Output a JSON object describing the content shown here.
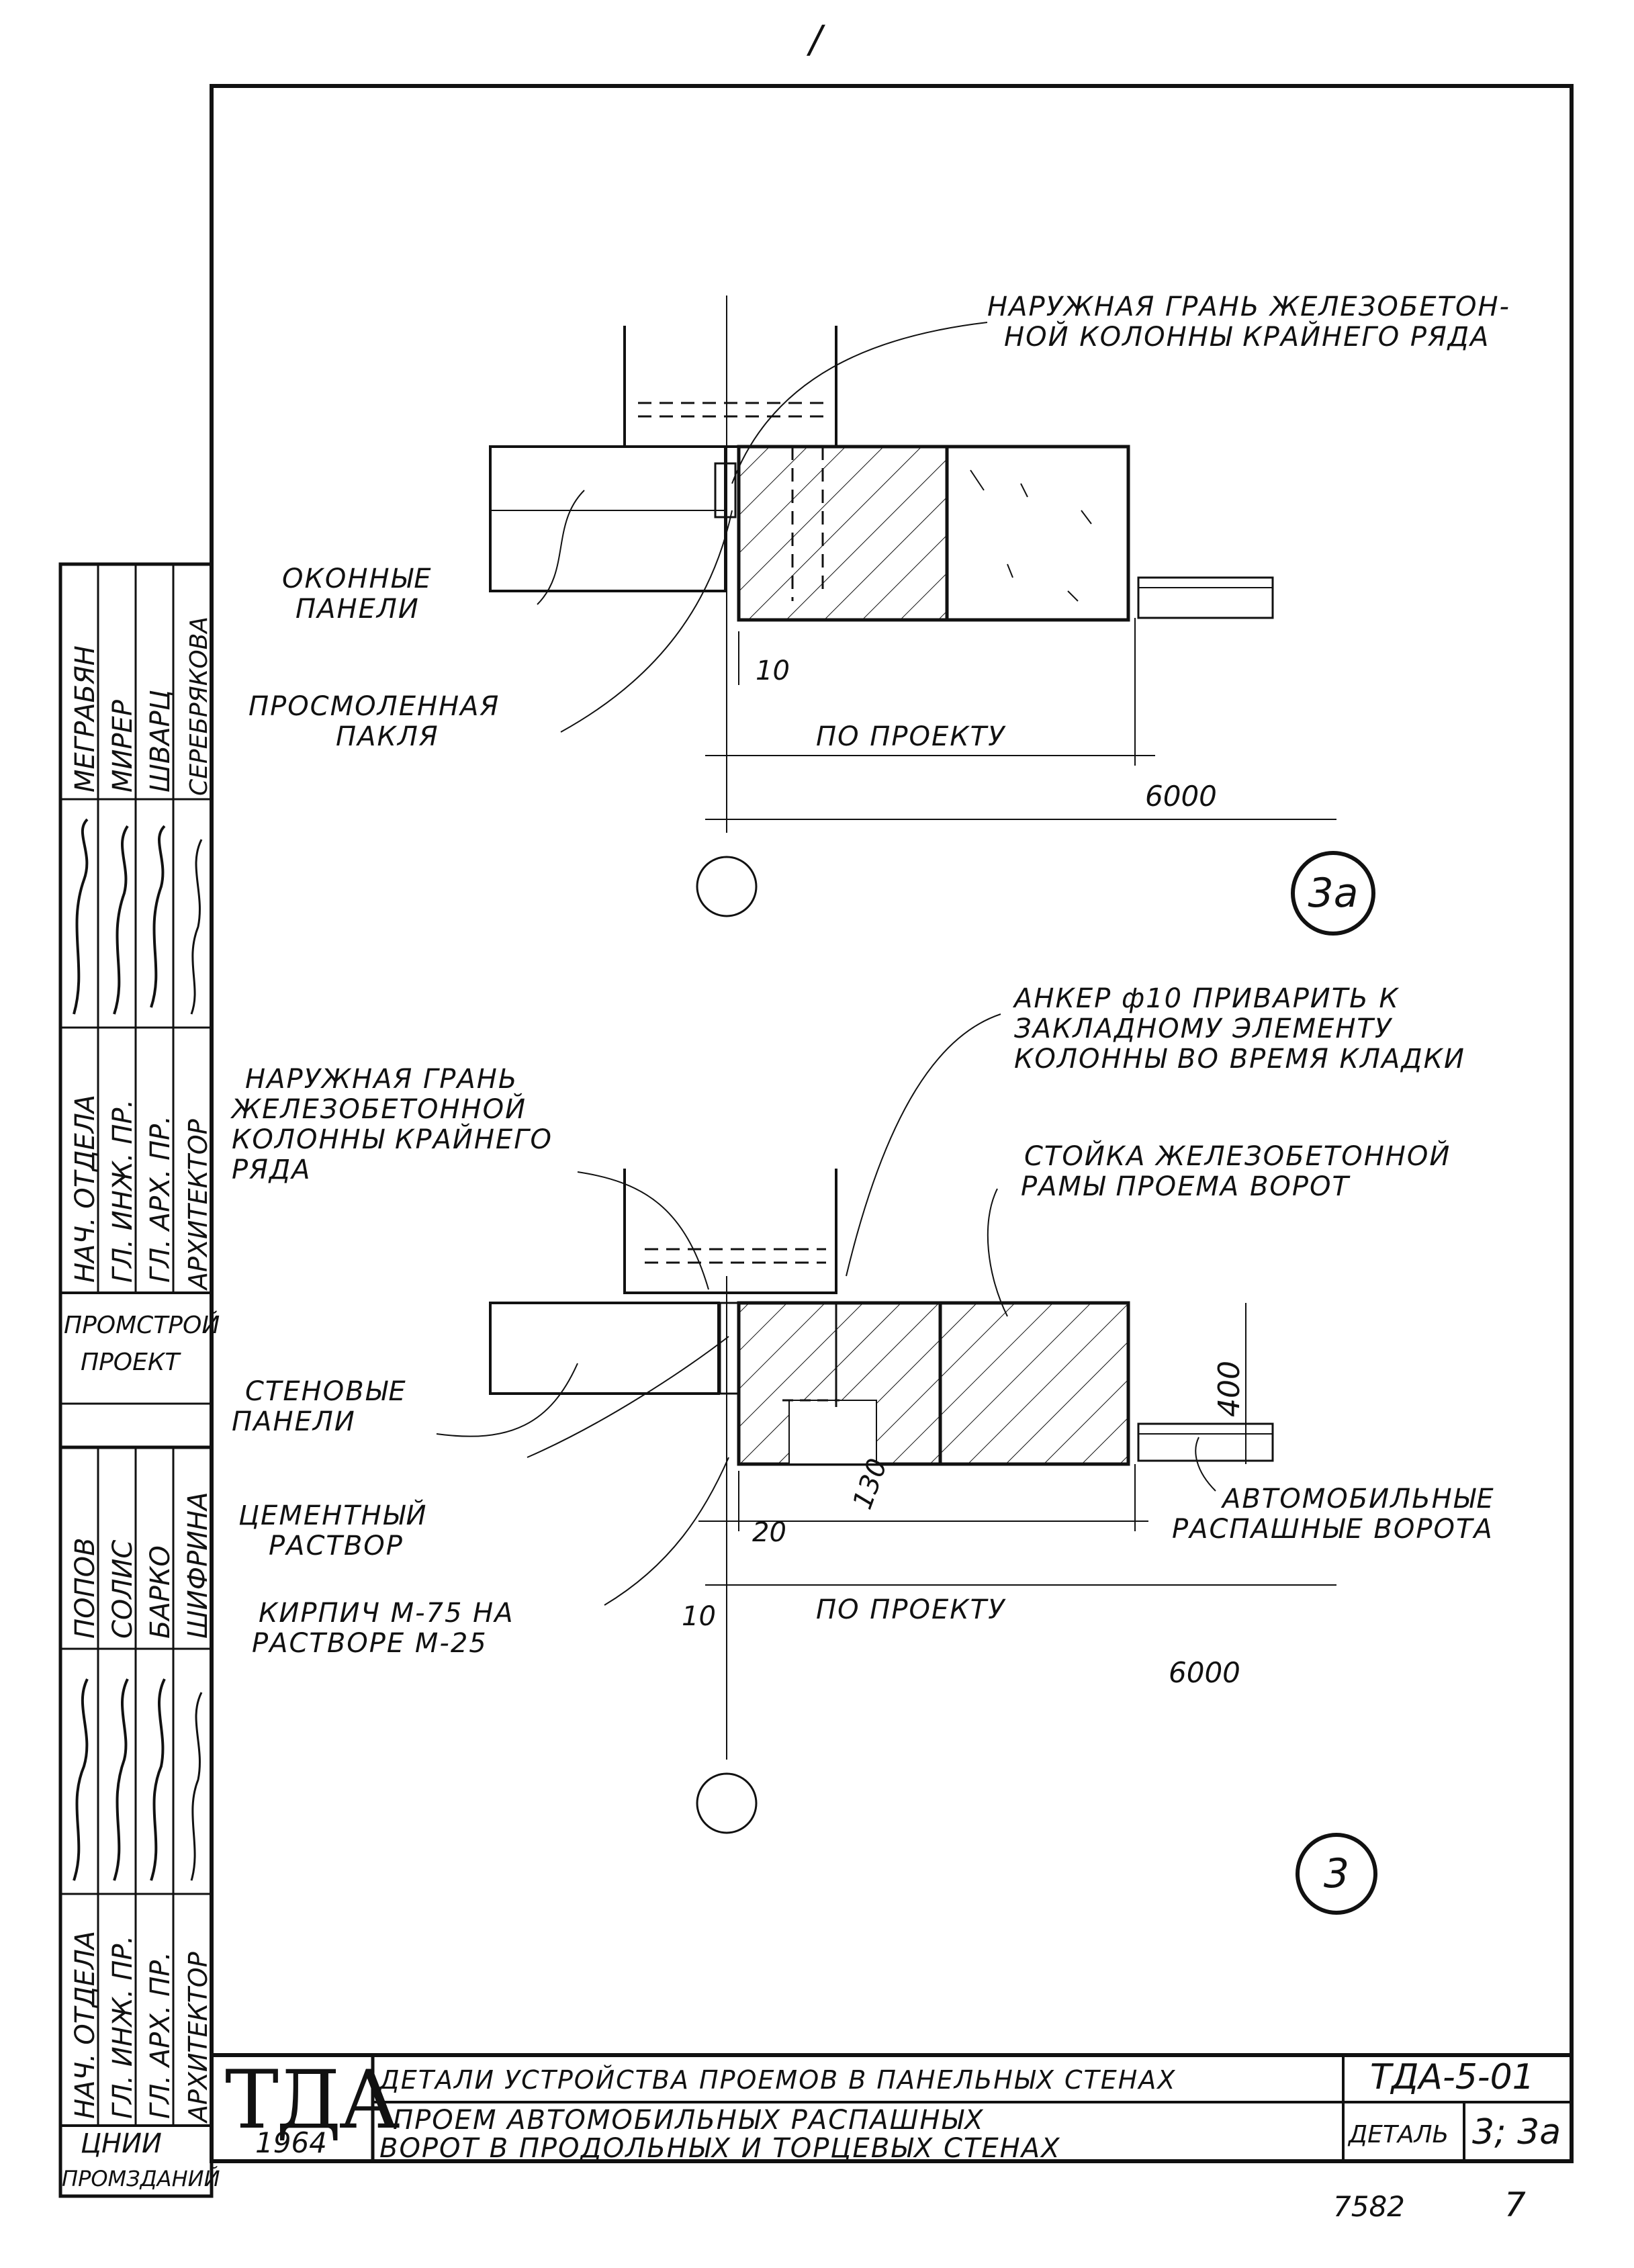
{
  "page_mark": "/",
  "sheet_number": "7",
  "archive_number": "7582",
  "detail_3a": {
    "callout_face": [
      "НАРУЖНАЯ ГРАНЬ ЖЕЛЕЗОБЕТОН-",
      "НОЙ КОЛОННЫ КРАЙНЕГО РЯДА"
    ],
    "callout_panels": [
      "ОКОННЫЕ",
      "ПАНЕЛИ"
    ],
    "callout_tow": [
      "ПРОСМОЛЕННАЯ",
      "ПАКЛЯ"
    ],
    "dim_10": "10",
    "dim_by_project": "ПО ПРОЕКТУ",
    "dim_6000": "6000",
    "marker": "3а"
  },
  "detail_3": {
    "callout_anchor": [
      "АНКЕР ф10 ПРИВАРИТЬ К",
      "ЗАКЛАДНОМУ ЭЛЕМЕНТУ",
      "КОЛОННЫ ВО ВРЕМЯ КЛАДКИ"
    ],
    "callout_face": [
      "НАРУЖНАЯ ГРАНЬ",
      "ЖЕЛЕЗОБЕТОННОЙ",
      "КОЛОННЫ КРАЙНЕГО",
      "РЯДА"
    ],
    "callout_post": [
      "СТОЙКА ЖЕЛЕЗОБЕТОННОЙ",
      "РАМЫ ПРОЕМА ВОРОТ"
    ],
    "callout_panels": [
      "СТЕНОВЫЕ",
      "ПАНЕЛИ"
    ],
    "callout_mortar": [
      "ЦЕМЕНТНЫЙ",
      "РАСТВОР"
    ],
    "callout_brick": [
      "КИРПИЧ М-75 НА",
      "РАСТВОРЕ М-25"
    ],
    "callout_gates": [
      "АВТОМОБИЛЬНЫЕ",
      "РАСПАШНЫЕ ВОРОТА"
    ],
    "dim_400": "400",
    "dim_130": "130",
    "dim_20": "20",
    "dim_10": "10",
    "dim_by_project": "ПО ПРОЕКТУ",
    "dim_6000": "6000",
    "marker": "3"
  },
  "stamp_upper": {
    "roles": [
      "НАЧ. ОТДЕЛА",
      "ГЛ. ИНЖ. ПР.",
      "ГЛ. АРХ. ПР.",
      "АРХИТЕКТОР"
    ],
    "names": [
      "МЕГРАБЯН",
      "МИРЕР",
      "ШВАРЦ",
      "СЕРЕБРЯКОВА"
    ],
    "org": [
      "ПРОМСТРОЙ",
      "ПРОЕКТ"
    ]
  },
  "stamp_lower": {
    "roles": [
      "НАЧ. ОТДЕЛА",
      "ГЛ. ИНЖ. ПР.",
      "ГЛ. АРХ. ПР.",
      "АРХИТЕКТОР"
    ],
    "names": [
      "ПОПОВ",
      "СОЛИС",
      "БАРКО",
      "ШИФРИНА"
    ],
    "org": [
      "ЦНИИ",
      "ПРОМЗДАНИЙ"
    ]
  },
  "title_block": {
    "logo": "ТДА",
    "year": "1964",
    "series_title": "ДЕТАЛИ УСТРОЙСТВА ПРОЕМОВ В ПАНЕЛЬНЫХ СТЕНАХ",
    "series_code": "ТДА-5-01",
    "sheet_title_line1": "ПРОЕМ АВТОМОБИЛЬНЫХ РАСПАШНЫХ",
    "sheet_title_line2": "ВОРОТ В ПРОДОЛЬНЫХ И ТОРЦЕВЫХ СТЕНАХ",
    "detail_label": "ДЕТАЛЬ",
    "detail_value": "3; 3а"
  }
}
